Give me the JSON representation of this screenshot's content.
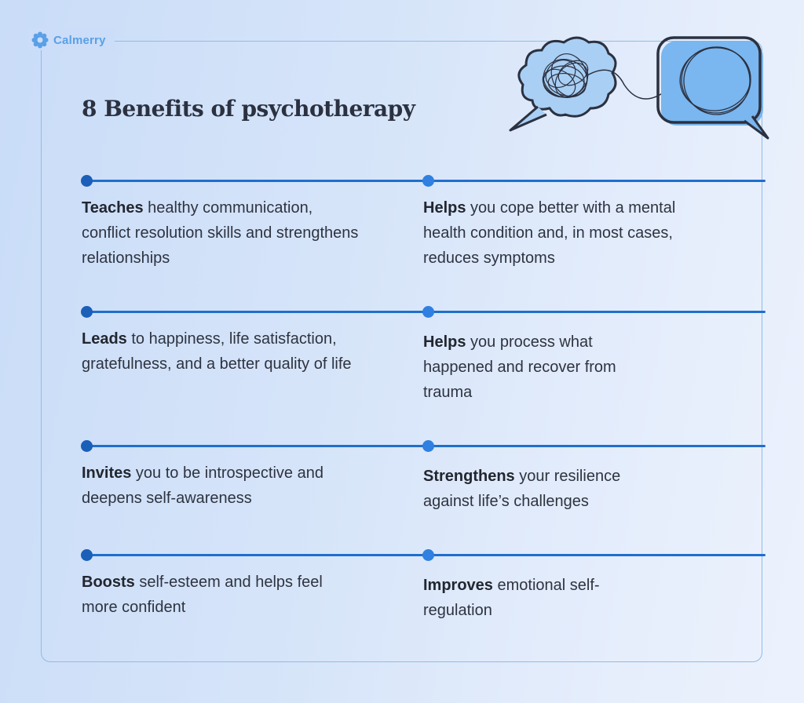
{
  "brand": {
    "name": "Calmerry",
    "icon": "flower-icon",
    "color": "#5aa0e6"
  },
  "title": "8 Benefits of psychotherapy",
  "illustration": {
    "left_bubble": "tangled-thought-bubble-icon",
    "right_bubble": "circle-speech-bubble-icon"
  },
  "colors": {
    "line": "#1f6fcd",
    "dot_left": "#1a5fb8",
    "dot_right": "#2f80e0",
    "frame": "#8fbde8",
    "text": "#2e3340"
  },
  "benefits": [
    {
      "bold": "Teaches",
      "text": " healthy communication, conflict resolution skills and strengthens relationships"
    },
    {
      "bold": "Helps",
      "text": " you cope better with a mental health condition and, in most cases, reduces symptoms"
    },
    {
      "bold": "Leads",
      "text": " to happiness, life satisfaction, gratefulness, and a better quality of life"
    },
    {
      "bold": "Helps",
      "text": " you process what happened and recover from trauma"
    },
    {
      "bold": "Invites",
      "text": " you to be introspective and deepens self-awareness"
    },
    {
      "bold": "Strengthens",
      "text": " your resilience against life’s challenges"
    },
    {
      "bold": "Boosts",
      "text": " self-esteem and helps feel more confident"
    },
    {
      "bold": "Improves",
      "text": " emotional self-regulation"
    }
  ]
}
